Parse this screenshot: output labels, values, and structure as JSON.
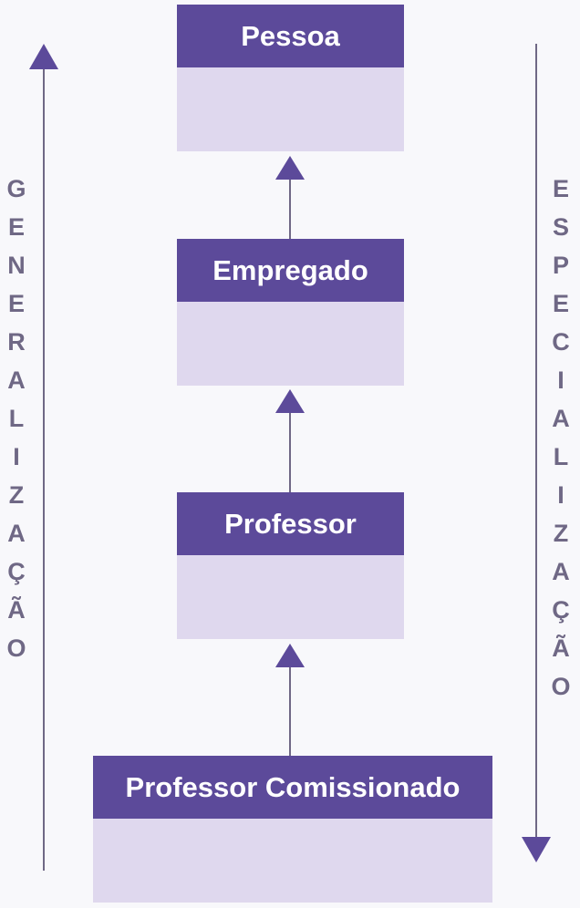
{
  "diagram": {
    "classes": [
      {
        "id": "pessoa",
        "name": "Pessoa"
      },
      {
        "id": "empregado",
        "name": "Empregado"
      },
      {
        "id": "professor",
        "name": "Professor"
      },
      {
        "id": "professor-comissionado",
        "name": "Professor Comissionado"
      }
    ],
    "relations": [
      {
        "from": "empregado",
        "to": "pessoa",
        "type": "generalization"
      },
      {
        "from": "professor",
        "to": "empregado",
        "type": "generalization"
      },
      {
        "from": "professor-comissionado",
        "to": "professor",
        "type": "generalization"
      }
    ],
    "left_axis": {
      "label": "GENERALIZAÇÃO",
      "direction": "up"
    },
    "right_axis": {
      "label": "ESPECIALIZAÇÃO",
      "direction": "down"
    },
    "colors": {
      "header": "#5c4a9a",
      "body": "#dfd8ee",
      "arrow": "#5c4a9a",
      "line": "#6f6885",
      "axis_text": "#6f6885",
      "background": "#f8f8fb"
    }
  }
}
